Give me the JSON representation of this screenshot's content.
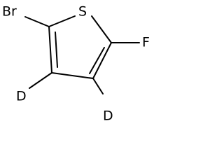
{
  "molecule": {
    "atoms": {
      "sulfur": "S",
      "bromine": "Br",
      "fluorine": "F",
      "deuterium_3": "D",
      "deuterium_4": "D"
    },
    "bonds": [
      {
        "from": "C2",
        "to": "S1",
        "order": 1
      },
      {
        "from": "S1",
        "to": "C5",
        "order": 1
      },
      {
        "from": "C5",
        "to": "C4",
        "order": 2
      },
      {
        "from": "C4",
        "to": "C3",
        "order": 1
      },
      {
        "from": "C3",
        "to": "C2",
        "order": 2
      },
      {
        "from": "C2",
        "to": "Br",
        "order": 1
      },
      {
        "from": "C5",
        "to": "F",
        "order": 1
      },
      {
        "from": "C3",
        "to": "D3",
        "order": 1
      },
      {
        "from": "C4",
        "to": "D4",
        "order": 1
      }
    ],
    "colors": {
      "bond": "#000000",
      "label": "#000000",
      "background": "#ffffff"
    }
  }
}
